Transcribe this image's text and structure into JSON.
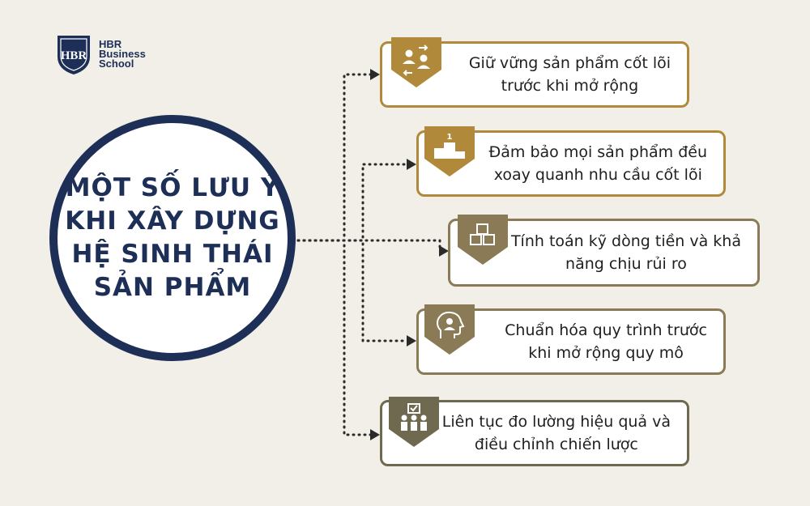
{
  "logo": {
    "line1": "HBR",
    "line2": "Business",
    "line3": "School",
    "emblem": "HBR"
  },
  "title_lines": [
    "MỘT SỐ LƯU Ý",
    "KHI XÂY DỰNG",
    "HỆ SINH THÁI",
    "SẢN PHẨM"
  ],
  "items": [
    {
      "line1": "Giữ vững sản phẩm cốt lõi",
      "line2": "trước khi mở rộng",
      "icon": "people-exchange-icon",
      "color": "#b08a3a"
    },
    {
      "line1": "Đảm bảo mọi sản phẩm đều",
      "line2": "xoay quanh nhu cầu cốt lõi",
      "icon": "podium-icon",
      "color": "#b08a3a"
    },
    {
      "line1": "Tính toán kỹ dòng tiền và khả",
      "line2": "năng chịu rủi ro",
      "icon": "boxes-icon",
      "color": "#8a7b56"
    },
    {
      "line1": "Chuẩn hóa quy trình trước",
      "line2": "khi mở rộng quy mô",
      "icon": "head-person-icon",
      "color": "#8a7b56"
    },
    {
      "line1": "Liên tục đo lường hiệu quả và",
      "line2": "điều chỉnh chiến lược",
      "icon": "team-check-icon",
      "color": "#6f6a4f"
    }
  ],
  "colors": {
    "navy": "#1d2f57",
    "background": "#f2efe9"
  }
}
